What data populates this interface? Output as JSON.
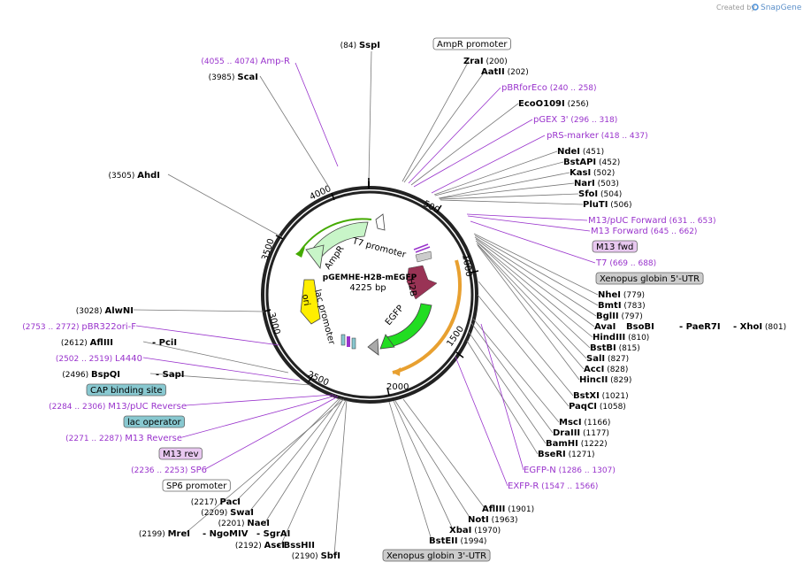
{
  "credit": {
    "prefix": "Created by",
    "brand": "SnapGene"
  },
  "plasmid": {
    "name": "pGEMHE-H2B-mEGFP",
    "size": "4225 bp"
  },
  "ticks": [
    "500",
    "1000",
    "1500",
    "2000",
    "2500",
    "3000",
    "3500",
    "4000"
  ],
  "inner_features": [
    "T7 promoter",
    "AmpR",
    "lac promoter",
    "ori",
    "H2B",
    "EGFP"
  ],
  "labels": [
    {
      "pos": "(84)",
      "name": "SspI",
      "kind": "site"
    },
    {
      "name": "AmpR promoter",
      "kind": "box",
      "style": "white"
    },
    {
      "name": "ZraI",
      "pos": "(200)",
      "kind": "site"
    },
    {
      "name": "AatII",
      "pos": "(202)",
      "kind": "site"
    },
    {
      "name": "pBRforEco",
      "pos": "(240 .. 258)",
      "kind": "feat"
    },
    {
      "name": "EcoO109I",
      "pos": "(256)",
      "kind": "site"
    },
    {
      "name": "pGEX 3'",
      "pos": "(296 .. 318)",
      "kind": "feat"
    },
    {
      "name": "pRS-marker",
      "pos": "(418 .. 437)",
      "kind": "feat"
    },
    {
      "name": "NdeI",
      "pos": "(451)",
      "kind": "site"
    },
    {
      "name": "BstAPI",
      "pos": "(452)",
      "kind": "site"
    },
    {
      "name": "KasI",
      "pos": "(502)",
      "kind": "site"
    },
    {
      "name": "NarI",
      "pos": "(503)",
      "kind": "site"
    },
    {
      "name": "SfoI",
      "pos": "(504)",
      "kind": "site"
    },
    {
      "name": "PluTI",
      "pos": "(506)",
      "kind": "site"
    },
    {
      "name": "M13/pUC Forward",
      "pos": "(631 .. 653)",
      "kind": "feat"
    },
    {
      "name": "M13 Forward",
      "pos": "(645 .. 662)",
      "kind": "feat"
    },
    {
      "name": "M13 fwd",
      "kind": "box",
      "style": "purple"
    },
    {
      "name": "T7",
      "pos": "(669 .. 688)",
      "kind": "feat"
    },
    {
      "name": "Xenopus globin 5'-UTR",
      "kind": "box",
      "style": "gray"
    },
    {
      "name": "NheI",
      "pos": "(779)",
      "kind": "site"
    },
    {
      "name": "BmtI",
      "pos": "(783)",
      "kind": "site"
    },
    {
      "name": "BglII",
      "pos": "(797)",
      "kind": "site"
    },
    {
      "name": "AvaI",
      "kind": "site"
    },
    {
      "name": "BsoBI",
      "kind": "site"
    },
    {
      "name": "PaeR7I",
      "kind": "site"
    },
    {
      "name": "XhoI",
      "pos": "(801)",
      "kind": "site"
    },
    {
      "name": "HindIII",
      "pos": "(810)",
      "kind": "site"
    },
    {
      "name": "BstBI",
      "pos": "(815)",
      "kind": "site"
    },
    {
      "name": "SalI",
      "pos": "(827)",
      "kind": "site"
    },
    {
      "name": "AccI",
      "pos": "(828)",
      "kind": "site"
    },
    {
      "name": "HincII",
      "pos": "(829)",
      "kind": "site"
    },
    {
      "name": "BstXI",
      "pos": "(1021)",
      "kind": "site"
    },
    {
      "name": "PaqCI",
      "pos": "(1058)",
      "kind": "site"
    },
    {
      "name": "MscI",
      "pos": "(1166)",
      "kind": "site"
    },
    {
      "name": "DraIII",
      "pos": "(1177)",
      "kind": "site"
    },
    {
      "name": "BamHI",
      "pos": "(1222)",
      "kind": "site"
    },
    {
      "name": "BseRI",
      "pos": "(1271)",
      "kind": "site"
    },
    {
      "name": "EGFP-N",
      "pos": "(1286 .. 1307)",
      "kind": "feat"
    },
    {
      "name": "EXFP-R",
      "pos": "(1547 .. 1566)",
      "kind": "feat"
    },
    {
      "name": "AflIII",
      "pos": "(1901)",
      "kind": "site"
    },
    {
      "name": "NotI",
      "pos": "(1963)",
      "kind": "site"
    },
    {
      "name": "XbaI",
      "pos": "(1970)",
      "kind": "site"
    },
    {
      "name": "BstEII",
      "pos": "(1994)",
      "kind": "site"
    },
    {
      "name": "Xenopus globin 3'-UTR",
      "kind": "box",
      "style": "gray"
    },
    {
      "pos": "(2190)",
      "name": "SbfI",
      "kind": "site"
    },
    {
      "pos": "(2192)",
      "name": "AscI",
      "kind": "site"
    },
    {
      "name": "BssHII",
      "kind": "site"
    },
    {
      "pos": "(2199)",
      "name": "MreI",
      "kind": "site"
    },
    {
      "name": "NgoMIV",
      "kind": "site"
    },
    {
      "name": "SgrAI",
      "kind": "site"
    },
    {
      "pos": "(2201)",
      "name": "NaeI",
      "kind": "site"
    },
    {
      "pos": "(2209)",
      "name": "SwaI",
      "kind": "site"
    },
    {
      "pos": "(2217)",
      "name": "PacI",
      "kind": "site"
    },
    {
      "name": "SP6 promoter",
      "kind": "box",
      "style": "white"
    },
    {
      "pos": "(2236 .. 2253)",
      "name": "SP6",
      "kind": "feat"
    },
    {
      "name": "M13 rev",
      "kind": "box",
      "style": "purple"
    },
    {
      "pos": "(2271 .. 2287)",
      "name": "M13 Reverse",
      "kind": "feat"
    },
    {
      "name": "lac operator",
      "kind": "box",
      "style": "teal"
    },
    {
      "pos": "(2284 .. 2306)",
      "name": "M13/pUC Reverse",
      "kind": "feat"
    },
    {
      "name": "CAP binding site",
      "kind": "box",
      "style": "teal"
    },
    {
      "pos": "(2496)",
      "name": "BspQI",
      "kind": "site"
    },
    {
      "name": "SapI",
      "kind": "site"
    },
    {
      "pos": "(2502 .. 2519)",
      "name": "L4440",
      "kind": "feat"
    },
    {
      "pos": "(2612)",
      "name": "AflIII",
      "kind": "site"
    },
    {
      "name": "PciI",
      "kind": "site"
    },
    {
      "pos": "(2753 .. 2772)",
      "name": "pBR322ori-F",
      "kind": "feat"
    },
    {
      "pos": "(3028)",
      "name": "AlwNI",
      "kind": "site"
    },
    {
      "pos": "(3505)",
      "name": "AhdI",
      "kind": "site"
    },
    {
      "pos": "(3985)",
      "name": "ScaI",
      "kind": "site"
    },
    {
      "pos": "(4055 .. 4074)",
      "name": "Amp-R",
      "kind": "feat"
    }
  ],
  "colors": {
    "site_line": "#777777",
    "feature": "#9933cc",
    "ampr": "#c8f5c8",
    "egfp": "#22dd22",
    "h2b": "#993355",
    "ori": "#ffee00",
    "utr_box": "#cccccc",
    "teal_box": "#88c8d0",
    "purple_box": "#e8c8f0",
    "mrna": "#e8a030"
  }
}
